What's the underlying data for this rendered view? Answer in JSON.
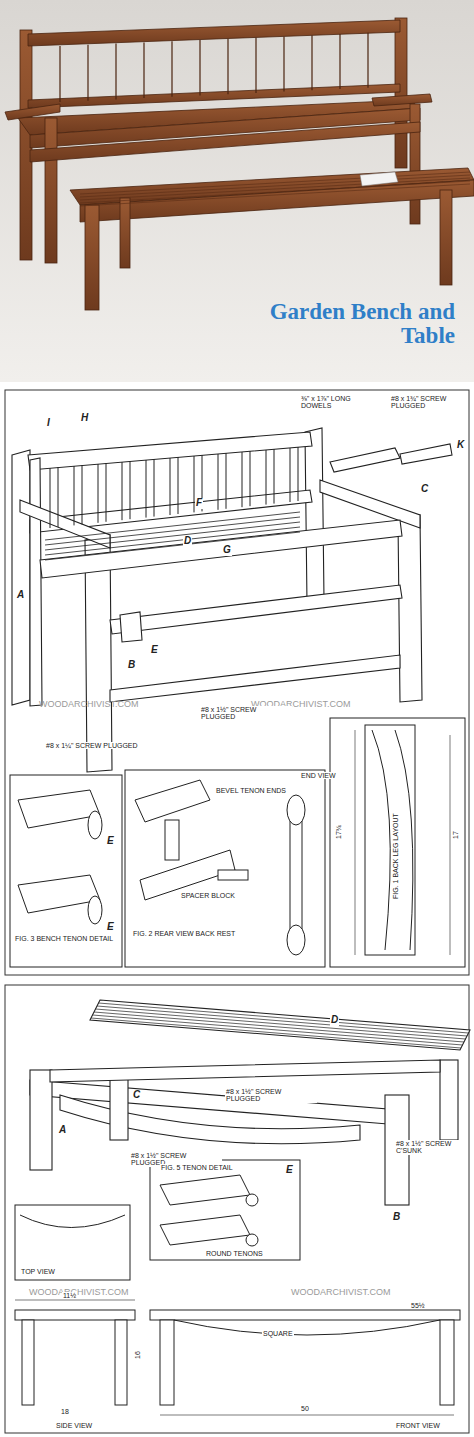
{
  "diagram": {
    "title": "Garden Bench and Table",
    "labels": [
      "WOODARCHIVIST.COM",
      "WOODARCHIVIST.COM",
      "WOODARCHIVIST.COM",
      "WOODARCHIVIST.COM",
      "I",
      "H",
      "⅜\" x 1⅞\" LONG DOWELS",
      "#8 x 1¾\" SCREW PLUGGED",
      "K",
      "C",
      "A",
      "D",
      "F",
      "G",
      "E",
      "B",
      "#8 x 1½\" SCREW PLUGGED",
      "#8 x 1¼\" SCREW PLUGGED",
      "FIG. 3 BENCH TENON DETAIL",
      "E",
      "E",
      "BEVEL TENON ENDS",
      "SPACER BLOCK",
      "END VIEW",
      "FIG. 2 REAR VIEW BACK REST",
      "FIG. 1 BACK LEG LAYOUT",
      "A",
      "B",
      "C",
      "D",
      "#8 x 1½\" SCREW PLUGGED",
      "#8 x 1½\" SCREW PLUGGED",
      "#8 x 1½\" SCREW C'SUNK",
      "FIG. 5 TENON DETAIL",
      "ROUND TENONS",
      "TOP VIEW",
      "SIDE VIEW",
      "FRONT VIEW",
      "11½",
      "16",
      "18",
      "50",
      "55½",
      "SQUARE",
      "E",
      "17¾",
      "17"
    ]
  }
}
